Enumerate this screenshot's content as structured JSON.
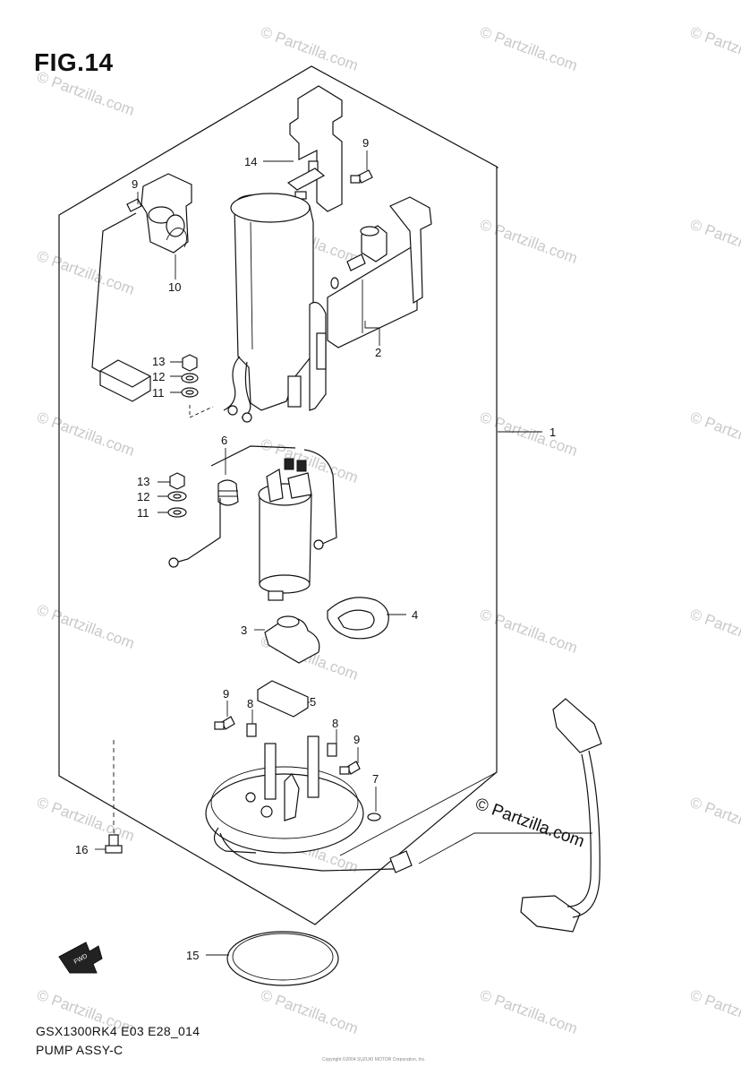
{
  "figure_title": "FIG.14",
  "footer": {
    "model_code": "GSX1300RK4 E03 E28_014",
    "assembly_name": "PUMP ASSY-C"
  },
  "copyright_small": "Copyright ©2004 SUZUKI MOTOR Corporation, Inc.",
  "watermark": {
    "text": "© Partzilla.com",
    "prominent_text": "© Partzilla.com"
  },
  "fwd_label": "FWD",
  "callouts": {
    "c1": "1",
    "c2": "2",
    "c3": "3",
    "c4": "4",
    "c5": "5",
    "c6": "6",
    "c7": "7",
    "c8a": "8",
    "c8b": "8",
    "c9a": "9",
    "c9b": "9",
    "c9c": "9",
    "c9d": "9",
    "c10": "10",
    "c11a": "11",
    "c11b": "11",
    "c12a": "12",
    "c12b": "12",
    "c13a": "13",
    "c13b": "13",
    "c14": "14",
    "c15": "15",
    "c16": "16"
  }
}
